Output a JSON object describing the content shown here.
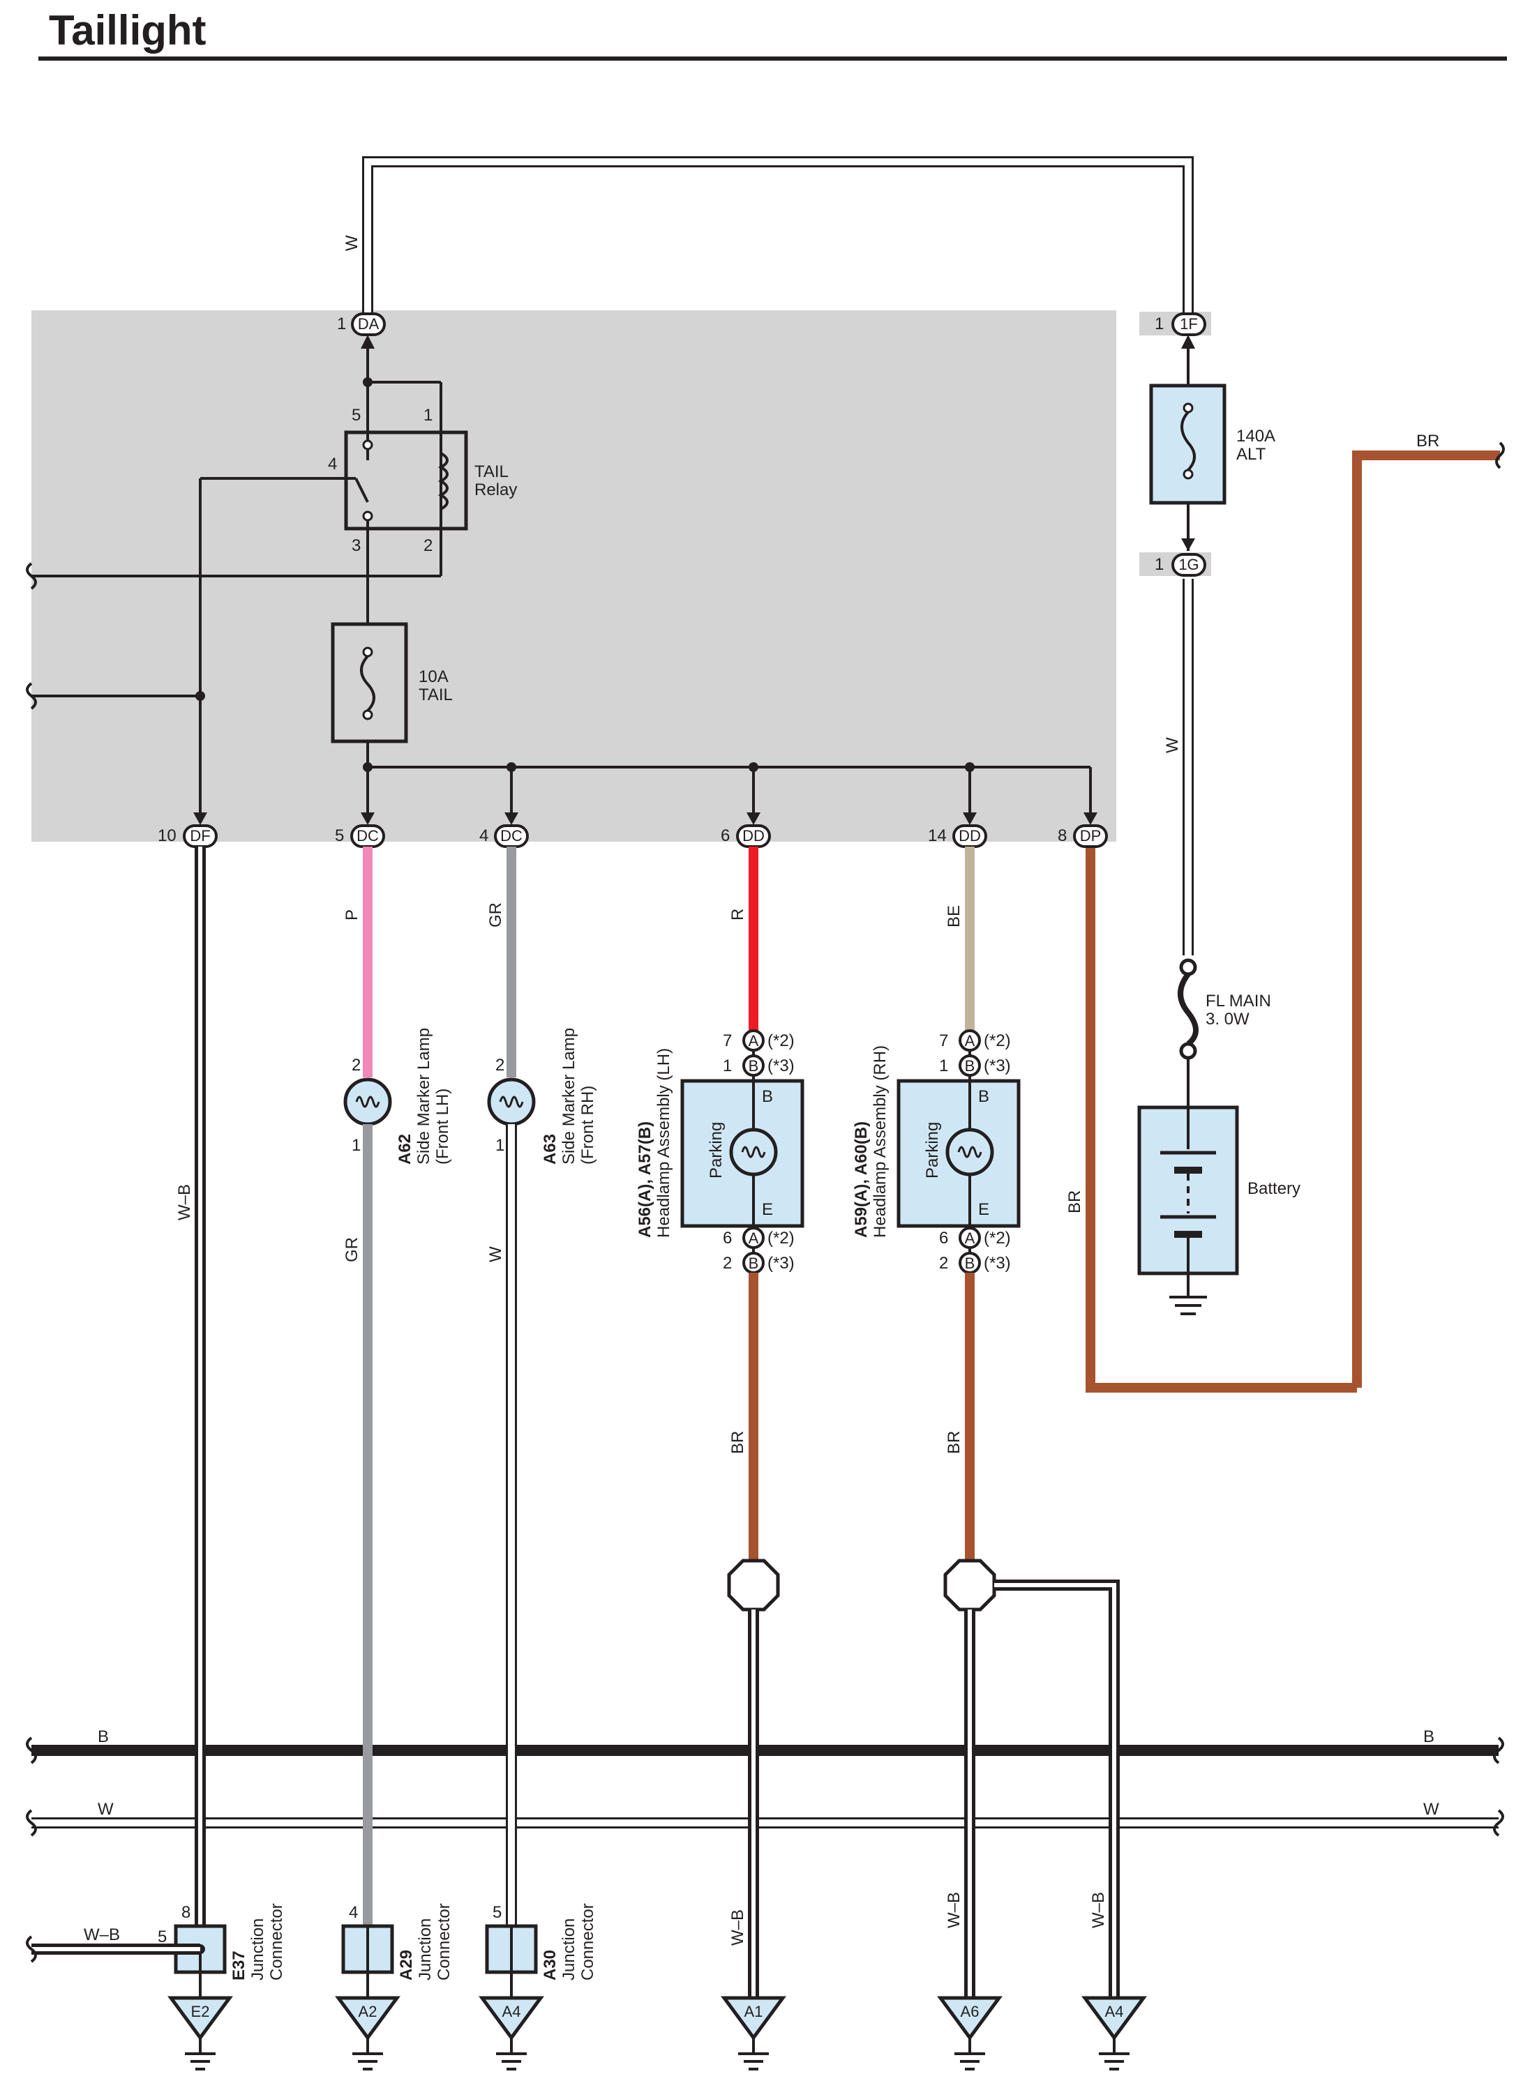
{
  "title": "Taillight",
  "colors": {
    "white_wire": "#ffffff",
    "black_wire": "#231f20",
    "pink": "#f088b8",
    "gray": "#999a9e",
    "red": "#ed1c24",
    "beige": "#c2b29a",
    "brown": "#a8532f",
    "box_bg": "#d4d4d4",
    "component_fill": "#cfe7f5"
  },
  "wire_colors": {
    "top_w": "W",
    "top_right_br": "BR",
    "alt_w": "W",
    "df_wb": "W–B",
    "dc1_p": "P",
    "dc2_gr": "GR",
    "dd1_r": "R",
    "dd2_be": "BE",
    "dp_br": "BR",
    "a62_gr": "GR",
    "a63_w": "W",
    "hl_lh_br": "BR",
    "hl_rh_br": "BR",
    "bus_b_left": "B",
    "bus_b_right": "B",
    "bus_w_left": "W",
    "bus_w_right": "W",
    "e37_wb": "W–B",
    "a1_wb": "W–B",
    "a6_wb": "W–B",
    "a4b_wb": "W–B"
  },
  "connectors": {
    "da": {
      "pin": "1",
      "code": "DA"
    },
    "f1": {
      "pin": "1",
      "code": "1F"
    },
    "g1": {
      "pin": "1",
      "code": "1G"
    },
    "df": {
      "pin": "10",
      "code": "DF"
    },
    "dc1": {
      "pin": "5",
      "code": "DC"
    },
    "dc2": {
      "pin": "4",
      "code": "DC"
    },
    "dd1": {
      "pin": "6",
      "code": "DD"
    },
    "dd2": {
      "pin": "14",
      "code": "DD"
    },
    "dp": {
      "pin": "8",
      "code": "DP"
    }
  },
  "relay": {
    "label1": "TAIL",
    "label2": "Relay",
    "pin5": "5",
    "pin1": "1",
    "pin4": "4",
    "pin3": "3",
    "pin2": "2"
  },
  "fuse_tail": {
    "line1": "10A",
    "line2": "TAIL"
  },
  "fuse_alt": {
    "line1": "140A",
    "line2": "ALT"
  },
  "fl_main": {
    "line1": "FL MAIN",
    "line2": "3. 0W"
  },
  "battery": {
    "label": "Battery"
  },
  "a62": {
    "code": "A62",
    "line1": "Side Marker Lamp",
    "line2": "(Front LH)",
    "pin_top": "2",
    "pin_bot": "1"
  },
  "a63": {
    "code": "A63",
    "line1": "Side Marker Lamp",
    "line2": "(Front RH)",
    "pin_top": "2",
    "pin_bot": "1"
  },
  "hl_lh": {
    "code": "A56(A), A57(B)",
    "name": "Headlamp Assembly (LH)",
    "inner": "Parking",
    "b": "B",
    "e": "E",
    "pins": [
      {
        "num": "7",
        "conn": "A",
        "note": "(*2)"
      },
      {
        "num": "1",
        "conn": "B",
        "note": "(*3)"
      },
      {
        "num": "6",
        "conn": "A",
        "note": "(*2)"
      },
      {
        "num": "2",
        "conn": "B",
        "note": "(*3)"
      }
    ]
  },
  "hl_rh": {
    "code": "A59(A), A60(B)",
    "name": "Headlamp Assembly (RH)",
    "inner": "Parking",
    "b": "B",
    "e": "E",
    "pins": [
      {
        "num": "7",
        "conn": "A",
        "note": "(*2)"
      },
      {
        "num": "1",
        "conn": "B",
        "note": "(*3)"
      },
      {
        "num": "6",
        "conn": "A",
        "note": "(*2)"
      },
      {
        "num": "2",
        "conn": "B",
        "note": "(*3)"
      }
    ]
  },
  "junctions": {
    "e37": {
      "code": "E37",
      "line1": "Junction",
      "line2": "Connector",
      "pin_top": "8",
      "pin_left": "5"
    },
    "a29": {
      "code": "A29",
      "line1": "Junction",
      "line2": "Connector",
      "pin_top": "4"
    },
    "a30": {
      "code": "A30",
      "line1": "Junction",
      "line2": "Connector",
      "pin_top": "5"
    }
  },
  "grounds": [
    "E2",
    "A2",
    "A4",
    "A1",
    "A6",
    "A4"
  ]
}
